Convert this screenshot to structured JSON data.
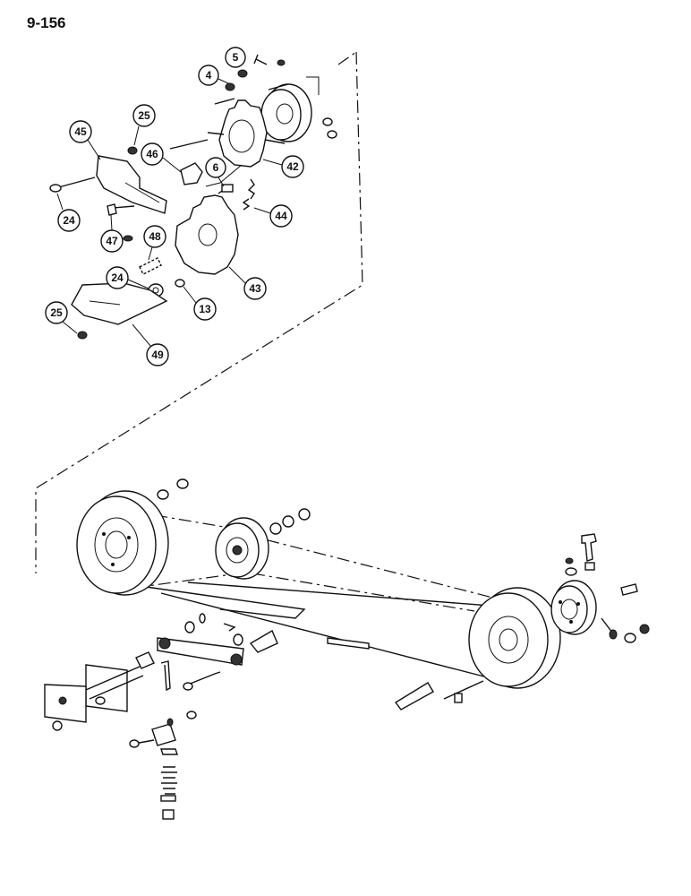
{
  "page_number": "9-156",
  "callouts": [
    {
      "id": "c4",
      "label": "4"
    },
    {
      "id": "c5",
      "label": "5"
    },
    {
      "id": "c25a",
      "label": "25"
    },
    {
      "id": "c45",
      "label": "45"
    },
    {
      "id": "c46",
      "label": "46"
    },
    {
      "id": "c6",
      "label": "6"
    },
    {
      "id": "c42",
      "label": "42"
    },
    {
      "id": "c24a",
      "label": "24"
    },
    {
      "id": "c47",
      "label": "47"
    },
    {
      "id": "c48",
      "label": "48"
    },
    {
      "id": "c44",
      "label": "44"
    },
    {
      "id": "c24b",
      "label": "24"
    },
    {
      "id": "c13",
      "label": "13"
    },
    {
      "id": "c43",
      "label": "43"
    },
    {
      "id": "c25b",
      "label": "25"
    },
    {
      "id": "c49",
      "label": "49"
    }
  ]
}
